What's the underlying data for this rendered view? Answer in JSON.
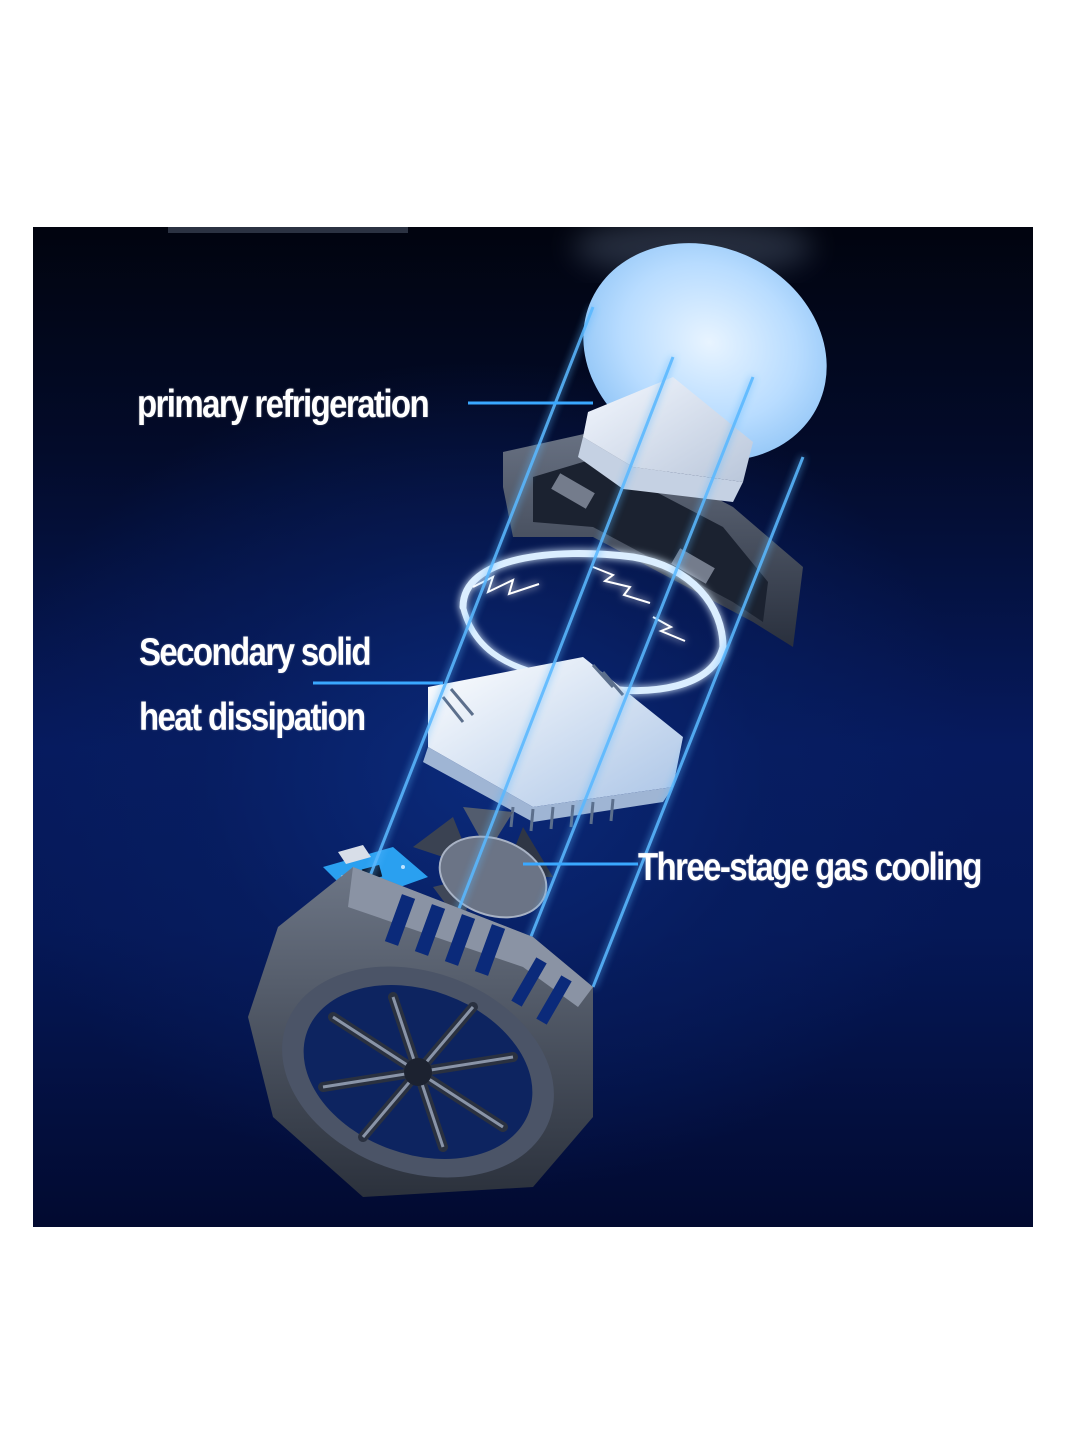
{
  "infographic": {
    "subject": "exploded view of phone cooler components",
    "background_colors": {
      "top": "#01040f",
      "middle": "#061a5e",
      "bottom": "#020a30"
    },
    "accent_color": "#3aa8ff",
    "labels": [
      {
        "id": "primary",
        "text": "primary refrigeration"
      },
      {
        "id": "secondary_line1",
        "text": "Secondary solid"
      },
      {
        "id": "secondary_line2",
        "text": "heat dissipation"
      },
      {
        "id": "tertiary",
        "text": "Three-stage gas cooling"
      }
    ],
    "components": [
      {
        "name": "frost-cooling-plate-icon",
        "description": "frosted round cooling disc"
      },
      {
        "name": "semiconductor-chip-icon",
        "description": "white refrigeration block"
      },
      {
        "name": "bracket-frame-icon",
        "description": "dark octagonal bracket"
      },
      {
        "name": "electric-arc-icon",
        "description": "lightning ring"
      },
      {
        "name": "heatsink-icon",
        "description": "aluminium finned heatsink"
      },
      {
        "name": "fan-icon",
        "description": "cooling fan blades"
      },
      {
        "name": "pcb-board-icon",
        "description": "blue circuit board with USB port"
      },
      {
        "name": "housing-shell-icon",
        "description": "octagonal vented housing with turbine grille"
      }
    ]
  }
}
